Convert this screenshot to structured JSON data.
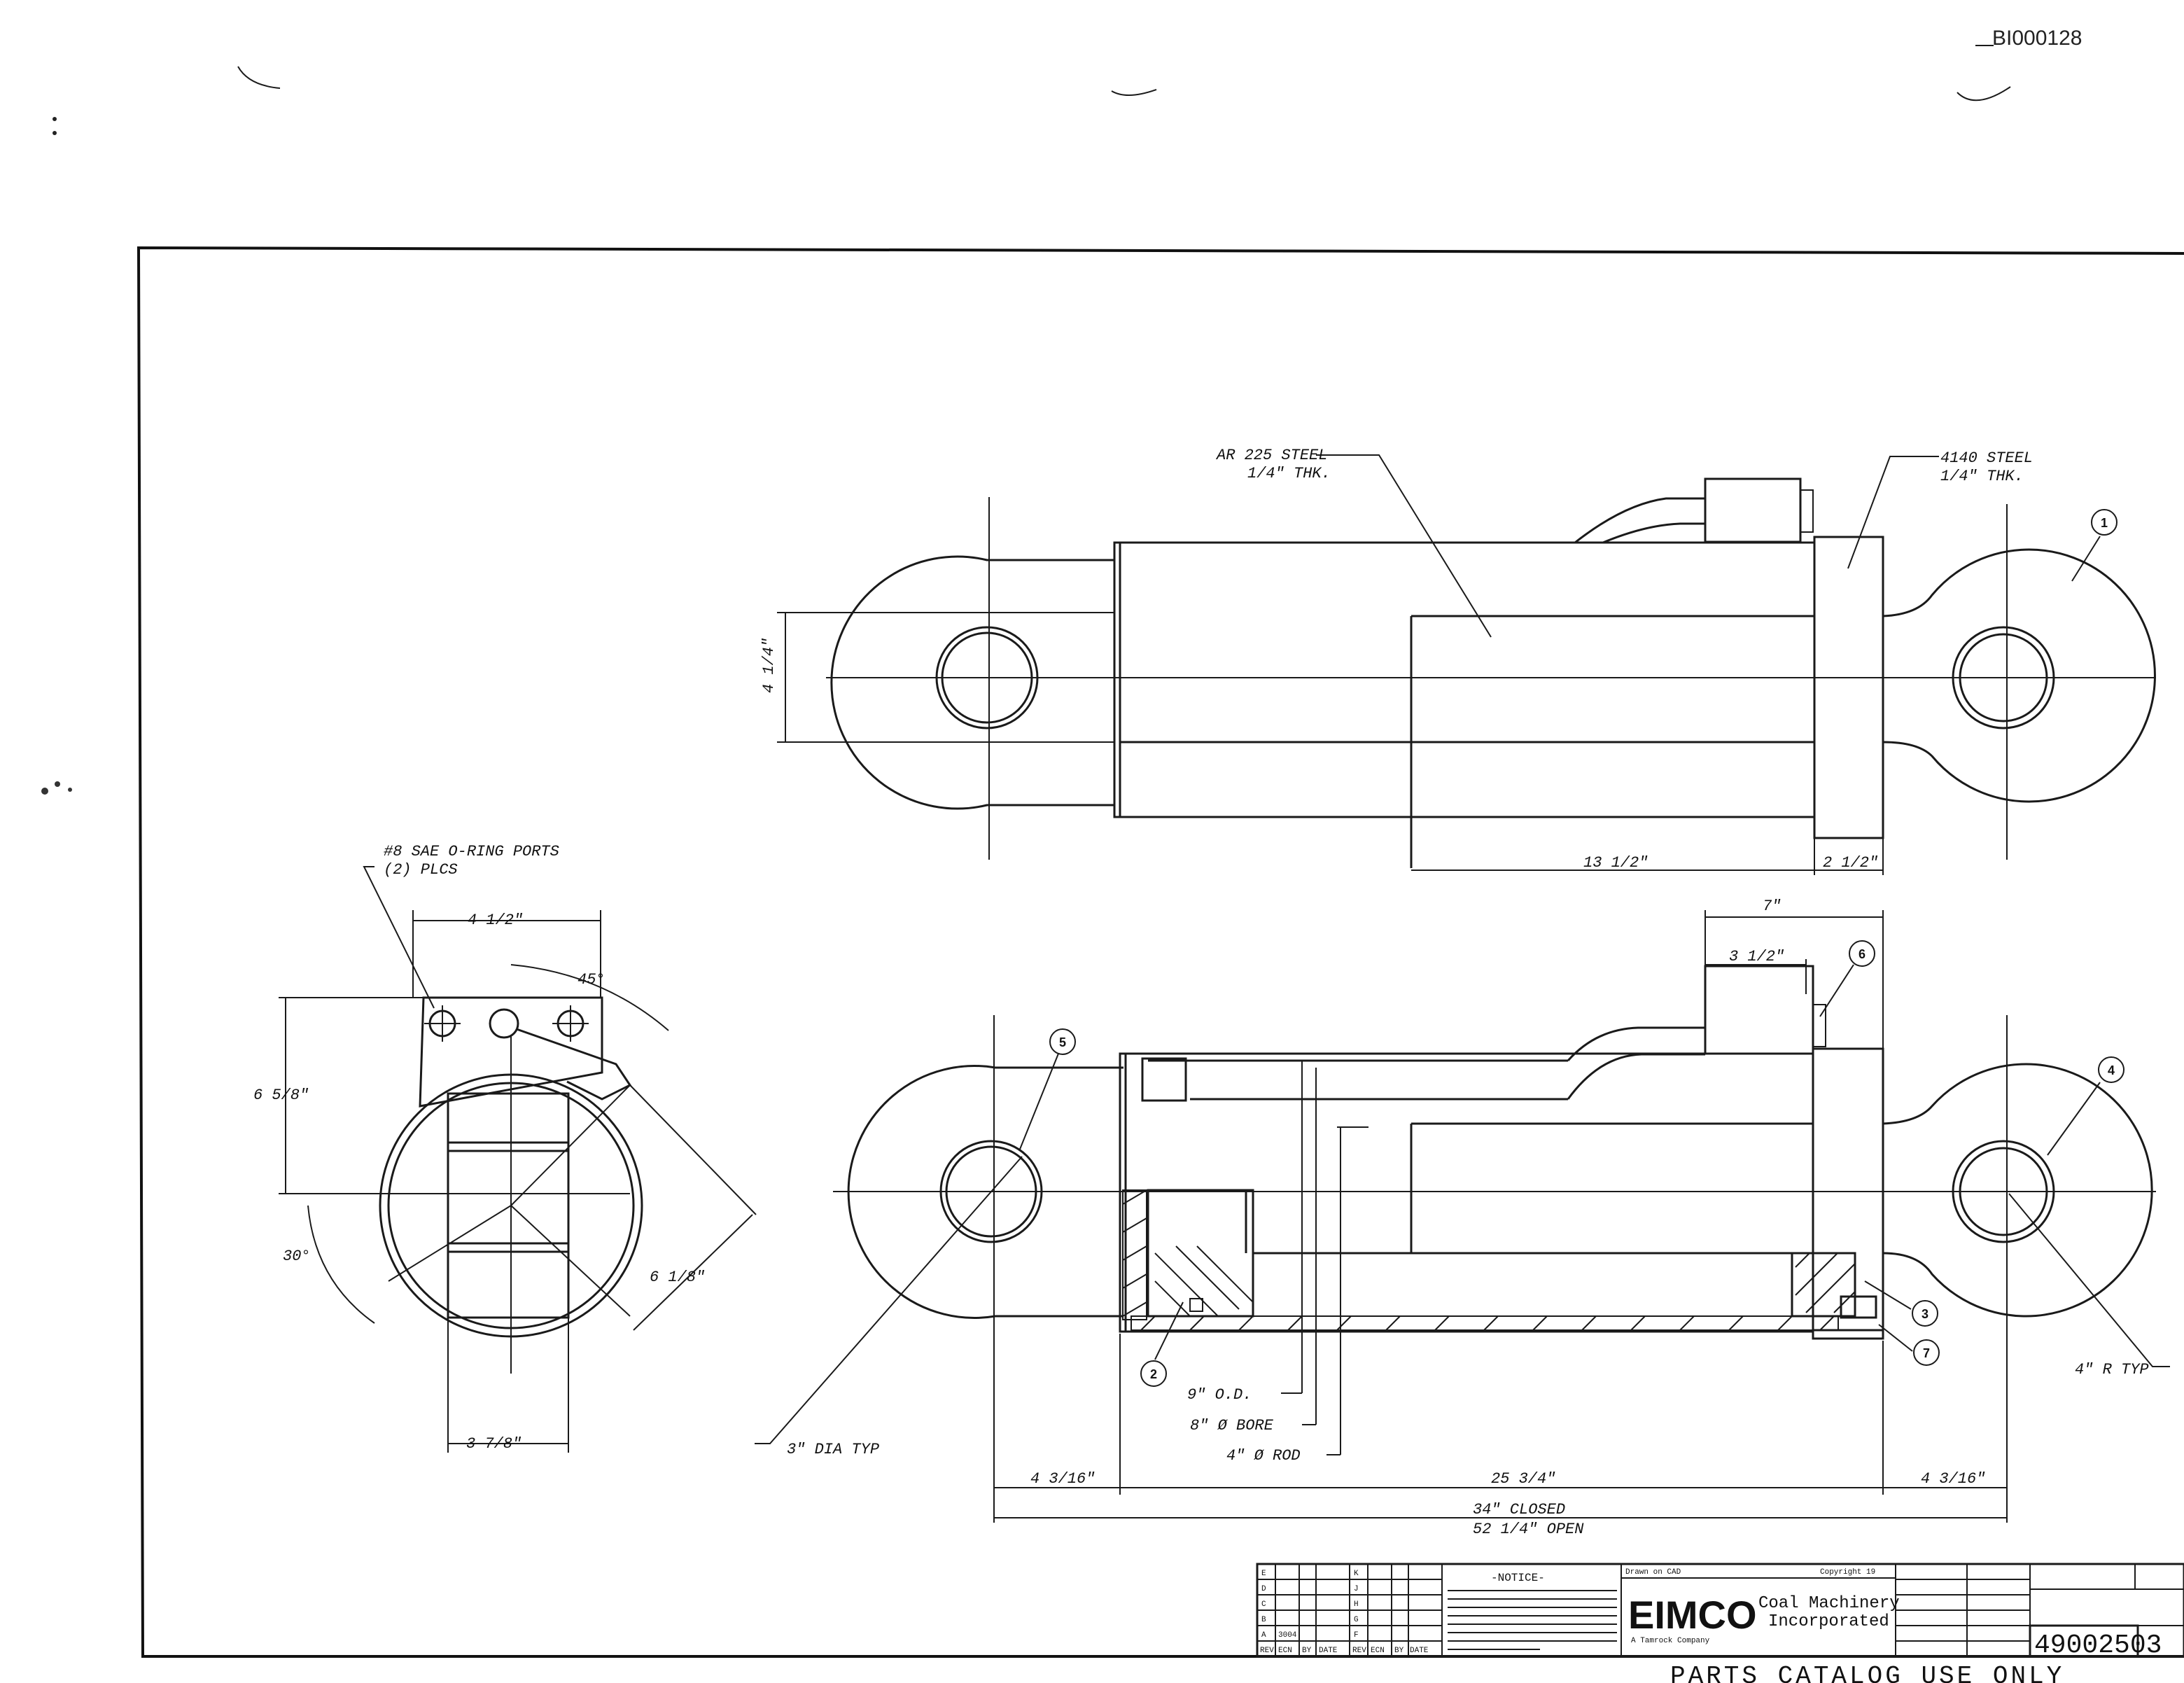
{
  "doc_id": "BI000128",
  "footer_note": "PARTS CATALOG USE ONLY",
  "callouts": {
    "ar225": "AR 225 STEEL",
    "ar225_thk": "1/4\" THK.",
    "s4140": "4140 STEEL",
    "s4140_thk": "1/4\" THK.",
    "ports": "#8 SAE O-RING PORTS",
    "ports_plcs": "(2) PLCS",
    "od": "9\" O.D.",
    "bore": "8\" Ø BORE",
    "rod": "4\" Ø ROD",
    "dia_typ": "3\" DIA TYP",
    "r_typ": "4\" R TYP"
  },
  "dimensions": {
    "d_4_1_4": "4 1/4\"",
    "d_13_1_2": "13 1/2\"",
    "d_2_1_2": "2 1/2\"",
    "d_7": "7\"",
    "d_3_1_2": "3 1/2\"",
    "d_4_1_2": "4 1/2\"",
    "d_45": "45°",
    "d_6_5_8": "6 5/8\"",
    "d_30": "30°",
    "d_6_1_8": "6 1/8\"",
    "d_3_7_8": "3 7/8\"",
    "d_4_3_16_l": "4 3/16\"",
    "d_25_3_4": "25 3/4\"",
    "d_4_3_16_r": "4 3/16\"",
    "closed": "34\" CLOSED",
    "open": "52 1/4\" OPEN"
  },
  "balloons": [
    "1",
    "2",
    "3",
    "4",
    "5",
    "6",
    "7"
  ],
  "title_block": {
    "notice_heading": "-NOTICE-",
    "drawn_on": "Drawn on CAD",
    "copyright": "Copyright 19",
    "brand": "EIMCO",
    "company_line1": "Coal Machinery",
    "company_line2": "Incorporated",
    "subtitle": "A Tamrock Company",
    "part_number": "49002503",
    "rev_header": [
      "REV",
      "ECN",
      "BY",
      "DATE",
      "REV",
      "ECN",
      "BY",
      "DATE"
    ],
    "rev_letters": [
      "E",
      "D",
      "C",
      "B",
      "A"
    ],
    "rev_letters_right": [
      "K",
      "J",
      "H",
      "G",
      "F"
    ],
    "rev_entry_ecn": "3004"
  }
}
